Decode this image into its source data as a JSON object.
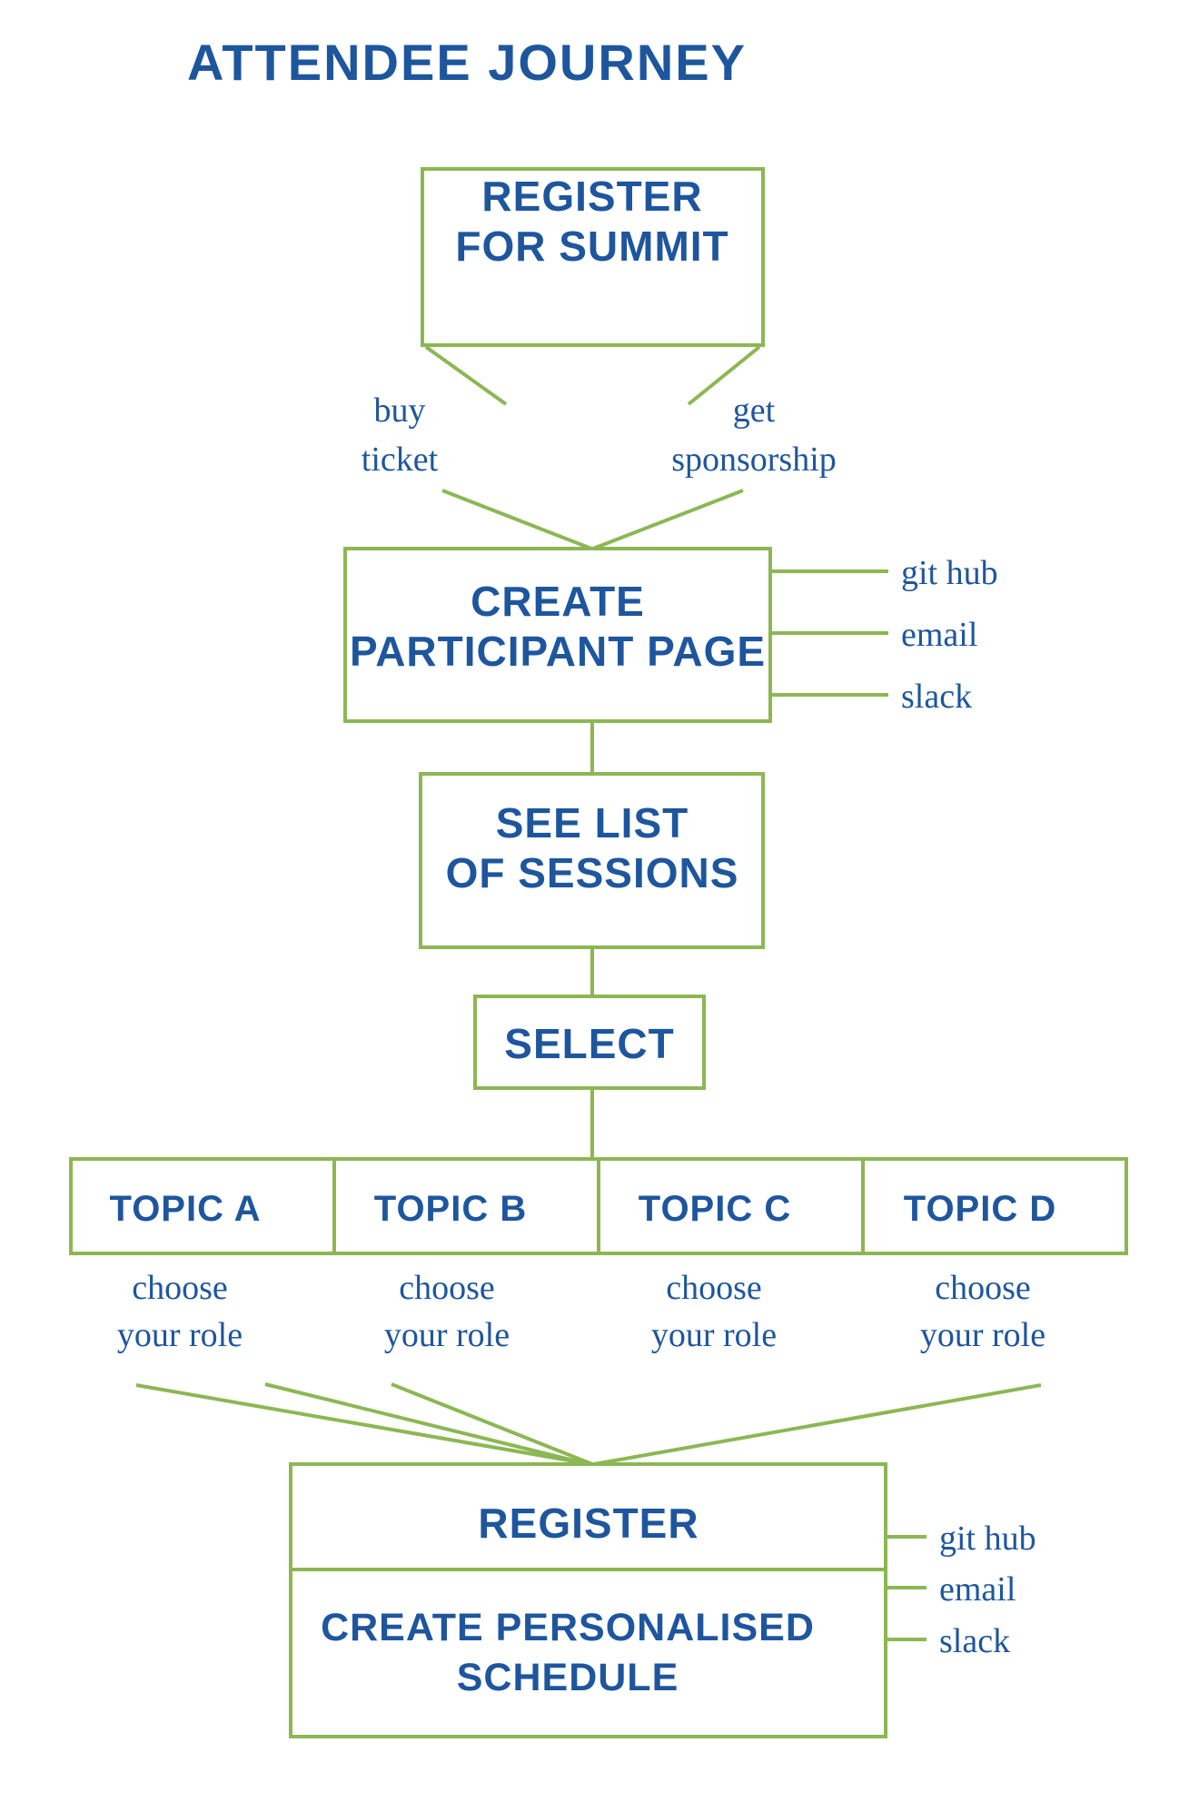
{
  "title": "ATTENDEE JOURNEY",
  "colors": {
    "accent_green": "#8cb753",
    "accent_blue": "#1e569e",
    "background": "#ffffff"
  },
  "nodes": {
    "register_for_summit": {
      "line1": "REGISTER",
      "line2": "FOR SUMMIT"
    },
    "create_participant_page": {
      "line1": "CREATE",
      "line2": "PARTICIPANT PAGE"
    },
    "see_list_of_sessions": {
      "line1": "SEE LIST",
      "line2": "OF SESSIONS"
    },
    "select": {
      "line1": "SELECT"
    },
    "register": {
      "line1": "REGISTER"
    },
    "create_personalised_schedule": {
      "line1": "CREATE PERSONALISED",
      "line2": "SCHEDULE"
    }
  },
  "branch_labels": {
    "left": {
      "line1": "buy",
      "line2": "ticket"
    },
    "right": {
      "line1": "get",
      "line2": "sponsorship"
    }
  },
  "channels_top": [
    "git hub",
    "email",
    "slack"
  ],
  "channels_bottom": [
    "git hub",
    "email",
    "slack"
  ],
  "topics": [
    {
      "label": "TOPIC A",
      "sub_line1": "choose",
      "sub_line2": "your role"
    },
    {
      "label": "TOPIC B",
      "sub_line1": "choose",
      "sub_line2": "your role"
    },
    {
      "label": "TOPIC C",
      "sub_line1": "choose",
      "sub_line2": "your role"
    },
    {
      "label": "TOPIC D",
      "sub_line1": "choose",
      "sub_line2": "your role"
    }
  ]
}
